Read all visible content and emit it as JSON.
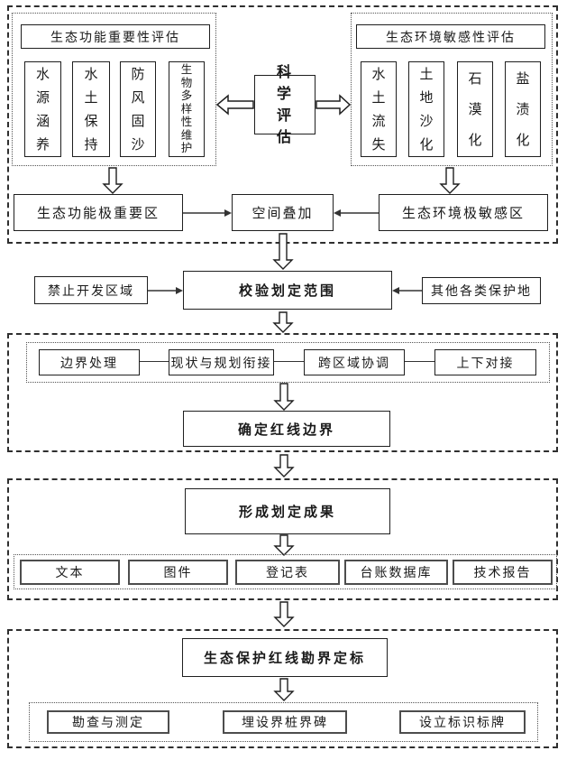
{
  "diagram": {
    "title_implicit": "生态保护红线划定流程图",
    "colors": {
      "background": "#ffffff",
      "line": "#1f1f1f",
      "text": "#1a1a1a"
    },
    "assessment": {
      "science": "科学评估",
      "function": {
        "title": "生态功能重要性评估",
        "items": [
          "水源涵养",
          "水土保持",
          "防风固沙",
          "生物多样性维护"
        ],
        "result": "生态功能极重要区"
      },
      "sensitivity": {
        "title": "生态环境敏感性评估",
        "items": [
          "水土流失",
          "土地沙化",
          "石漠化",
          "盐渍化"
        ],
        "result": "生态环境极敏感区"
      },
      "overlay": "空间叠加"
    },
    "verify": {
      "left": "禁止开发区域",
      "center": "校验划定范围",
      "right": "其他各类保护地"
    },
    "boundary": {
      "steps": [
        "边界处理",
        "现状与规划衔接",
        "跨区域协调",
        "上下对接"
      ],
      "result": "确定红线边界"
    },
    "outputs": {
      "title": "形成划定成果",
      "items": [
        "文本",
        "图件",
        "登记表",
        "台账数据库",
        "技术报告"
      ]
    },
    "demarcation": {
      "title": "生态保护红线勘界定标",
      "items": [
        "勘查与测定",
        "埋设界桩界碑",
        "设立标识标牌"
      ]
    }
  }
}
